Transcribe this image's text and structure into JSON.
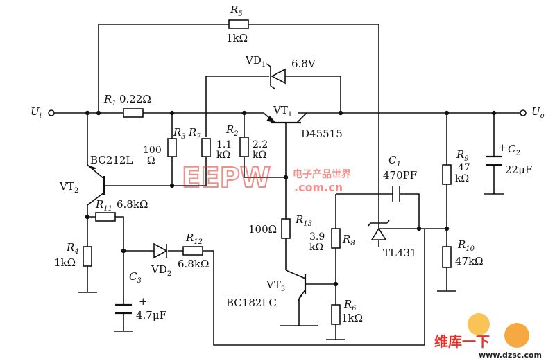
{
  "terminals": {
    "input": "U",
    "input_sub": "i",
    "output": "U",
    "output_sub": "o"
  },
  "parts": {
    "r1": {
      "ref": "R",
      "sub": "1",
      "value": "0.22Ω"
    },
    "r2": {
      "ref": "R",
      "sub": "2",
      "value_top": "2.2",
      "value_bot": "kΩ"
    },
    "r3": {
      "ref": "R",
      "sub": "3",
      "value_top": "100",
      "value_bot": "Ω"
    },
    "r4": {
      "ref": "R",
      "sub": "4",
      "value": "1kΩ"
    },
    "r5": {
      "ref": "R",
      "sub": "5",
      "value": "1kΩ"
    },
    "r6": {
      "ref": "R",
      "sub": "6",
      "value": "1kΩ"
    },
    "r7": {
      "ref": "R",
      "sub": "7",
      "value_top": "1.1",
      "value_bot": "kΩ"
    },
    "r8": {
      "ref": "R",
      "sub": "8",
      "value_top": "3.9",
      "value_bot": "kΩ"
    },
    "r9": {
      "ref": "R",
      "sub": "9",
      "value_top": "47",
      "value_bot": "kΩ"
    },
    "r10": {
      "ref": "R",
      "sub": "10",
      "value": "47kΩ"
    },
    "r11": {
      "ref": "R",
      "sub": "11",
      "value": "6.8kΩ"
    },
    "r12": {
      "ref": "R",
      "sub": "12",
      "value": "6.8kΩ"
    },
    "r13": {
      "ref": "R",
      "sub": "13",
      "value": "100Ω"
    },
    "c1": {
      "ref": "C",
      "sub": "1",
      "value": "470PF"
    },
    "c2": {
      "ref": "C",
      "sub": "2",
      "value": "22μF",
      "polarity": "+"
    },
    "c3": {
      "ref": "C",
      "sub": "3",
      "value": "4.7μF",
      "polarity": "+"
    },
    "vd1": {
      "ref": "VD",
      "sub": "1",
      "value": "6.8V"
    },
    "vd2": {
      "ref": "VD",
      "sub": "2"
    },
    "vt1": {
      "ref": "VT",
      "sub": "1",
      "model": "D45515"
    },
    "vt2": {
      "ref": "VT",
      "sub": "2",
      "model": "BC212L"
    },
    "vt3": {
      "ref": "VT",
      "sub": "3",
      "model": "BC182LC"
    },
    "tl431": {
      "model": "TL431"
    }
  },
  "watermarks": {
    "eepw": "EEPW",
    "eepw_cn": "电子产品世界",
    "eepw_url": ".com.cn",
    "site_cn": "维库一下",
    "site_url": "www.dzsc.com"
  },
  "colors": {
    "wire": "#111111",
    "watermark": "#e5332a"
  }
}
